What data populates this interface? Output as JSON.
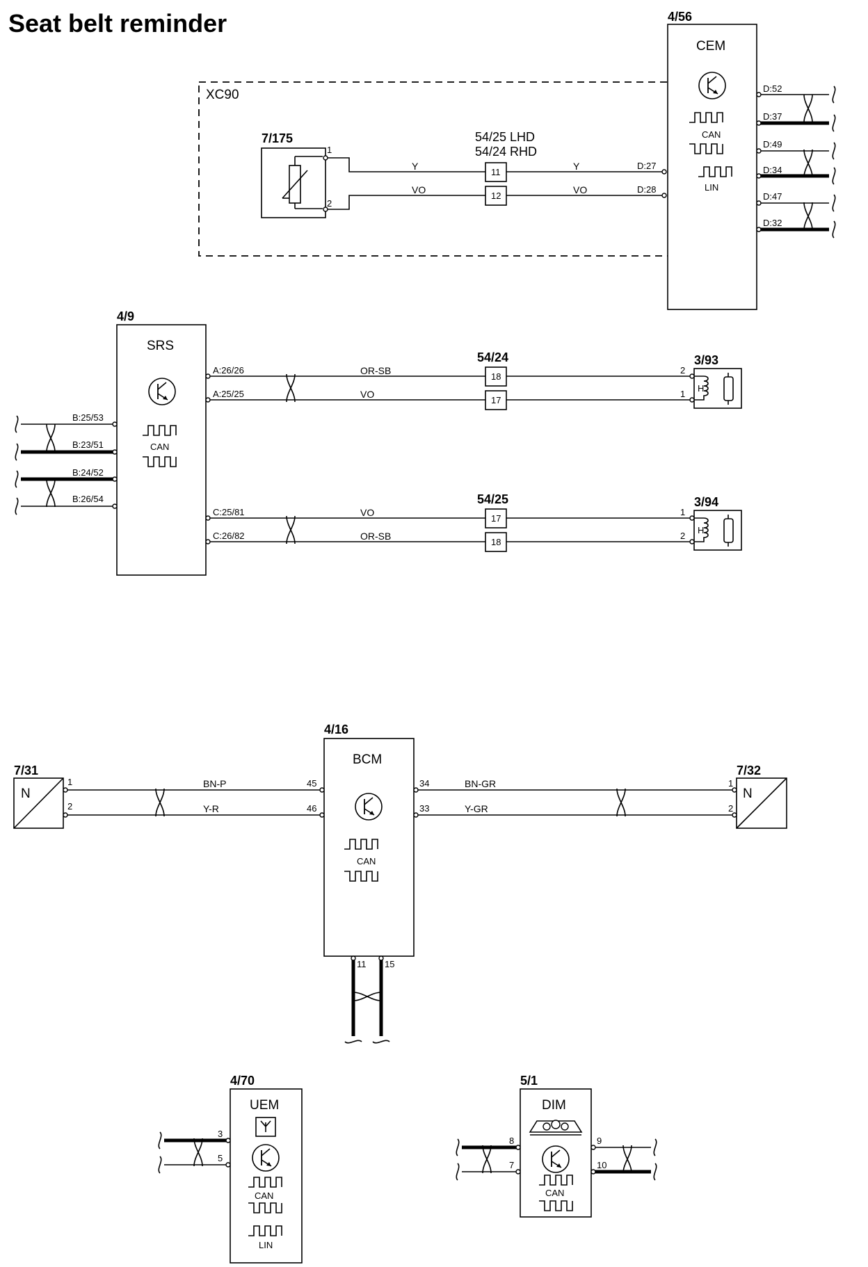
{
  "title": "Seat belt reminder",
  "xc90": {
    "label": "XC90",
    "sensor_id": "7/175",
    "sensor_pins": [
      "1",
      "2"
    ],
    "connector_label_1": "54/25 LHD",
    "connector_label_2": "54/24 RHD",
    "connector_pins": [
      "11",
      "12"
    ],
    "wire_colors": [
      "Y",
      "VO"
    ],
    "cem_pins": [
      "D:27",
      "D:28"
    ]
  },
  "cem": {
    "id": "4/56",
    "name": "CEM",
    "can": "CAN",
    "lin": "LIN",
    "pins": [
      "D:52",
      "D:37",
      "D:49",
      "D:34",
      "D:47",
      "D:32"
    ]
  },
  "srs": {
    "id": "4/9",
    "name": "SRS",
    "can": "CAN",
    "bus_pins": [
      "B:25/53",
      "B:23/51",
      "B:24/52",
      "B:26/54"
    ],
    "a_pins": [
      "A:26/26",
      "A:25/25"
    ],
    "a_wires": [
      "OR-SB",
      "VO"
    ],
    "a_connector_id": "54/24",
    "a_connector_pins": [
      "18",
      "17"
    ],
    "c_pins": [
      "C:25/81",
      "C:26/82"
    ],
    "c_wires": [
      "VO",
      "OR-SB"
    ],
    "c_connector_id": "54/25",
    "c_connector_pins": [
      "17",
      "18"
    ]
  },
  "sensor_393": {
    "id": "3/93",
    "pins": [
      "2",
      "1"
    ],
    "symbol": "H"
  },
  "sensor_394": {
    "id": "3/94",
    "pins": [
      "1",
      "2"
    ],
    "symbol": "H"
  },
  "bcm": {
    "id": "4/16",
    "name": "BCM",
    "can": "CAN",
    "left_pins": [
      "45",
      "46"
    ],
    "left_wires": [
      "BN-P",
      "Y-R"
    ],
    "right_pins": [
      "34",
      "33"
    ],
    "right_wires": [
      "BN-GR",
      "Y-GR"
    ],
    "bottom_pins": [
      "11",
      "15"
    ]
  },
  "sensor_731": {
    "id": "7/31",
    "symbol": "N",
    "pins": [
      "1",
      "2"
    ]
  },
  "sensor_732": {
    "id": "7/32",
    "symbol": "N",
    "pins": [
      "1",
      "2"
    ]
  },
  "uem": {
    "id": "4/70",
    "name": "UEM",
    "can": "CAN",
    "lin": "LIN",
    "pins": [
      "3",
      "5"
    ]
  },
  "dim": {
    "id": "5/1",
    "name": "DIM",
    "can": "CAN",
    "left_pins": [
      "8",
      "7"
    ],
    "right_pins": [
      "9",
      "10"
    ]
  }
}
